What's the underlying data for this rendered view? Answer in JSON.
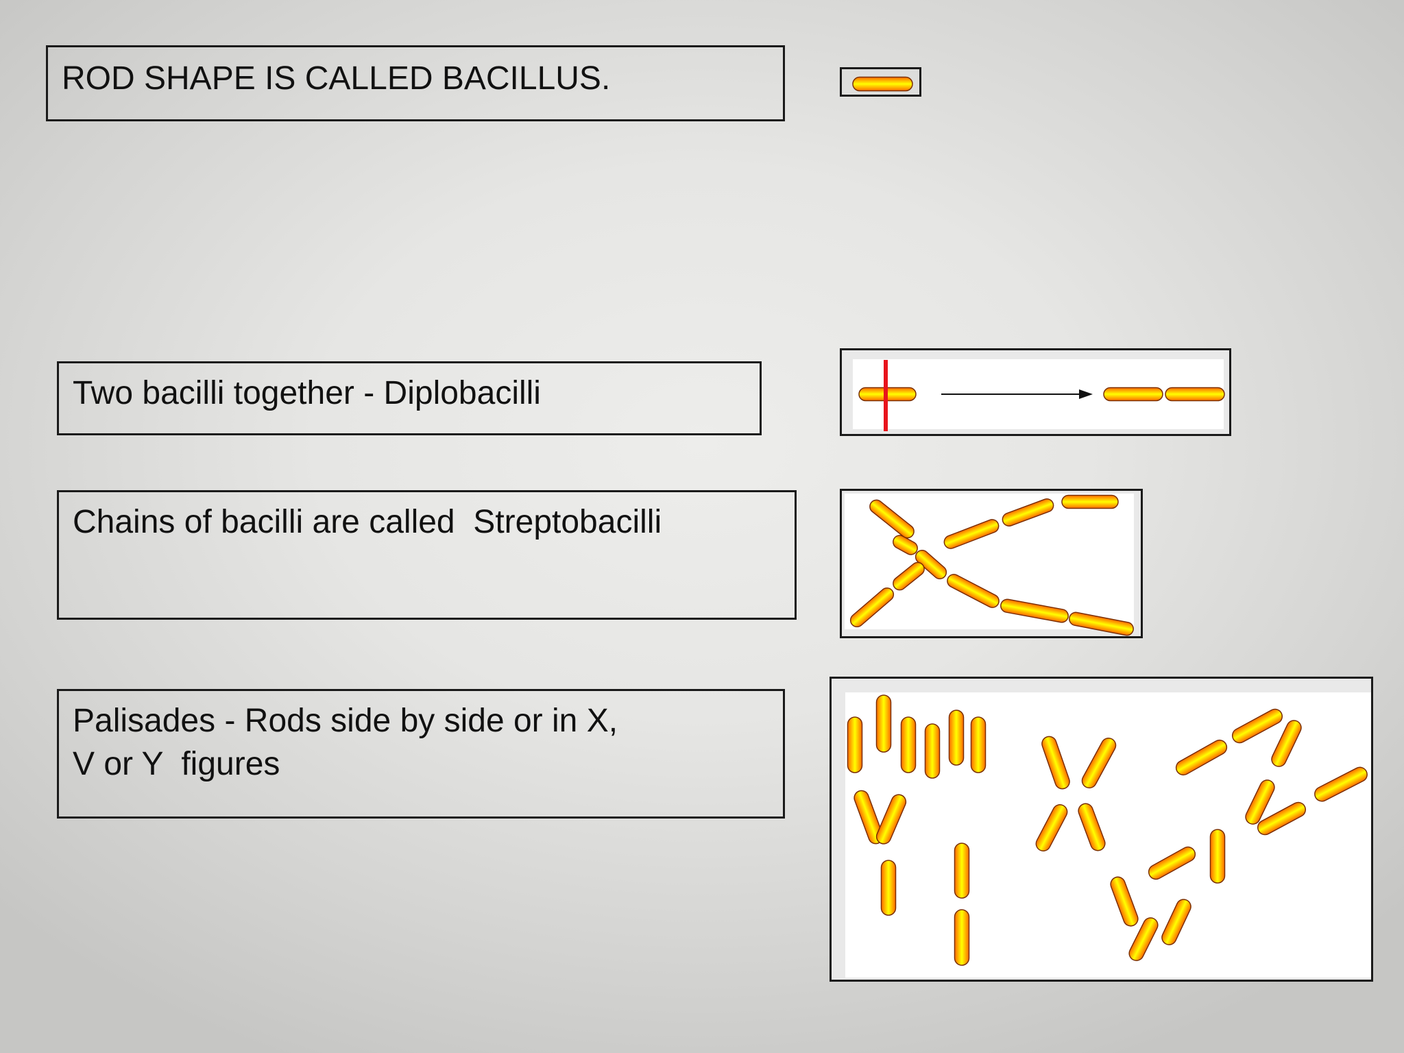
{
  "slide": {
    "sections": [
      {
        "id": "bacillus",
        "lines": [
          "ROD SHAPE IS CALLED BACILLUS."
        ]
      },
      {
        "id": "diplobacilli",
        "lines": [
          "Two bacilli together - Diplobacilli"
        ]
      },
      {
        "id": "streptobacilli",
        "lines": [
          "Chains of bacilli are called  Streptobacilli"
        ]
      },
      {
        "id": "palisades",
        "lines": [
          "Palisades - Rods side by side or in X,",
          "V or Y  figures"
        ]
      }
    ]
  },
  "colors": {
    "rod_center": "#ffff00",
    "rod_edge": "#ff6a00",
    "rod_outline": "#7a2e00",
    "division_line": "#e8141c",
    "frame": "#1a1a1a",
    "panel": "#ffffff"
  }
}
